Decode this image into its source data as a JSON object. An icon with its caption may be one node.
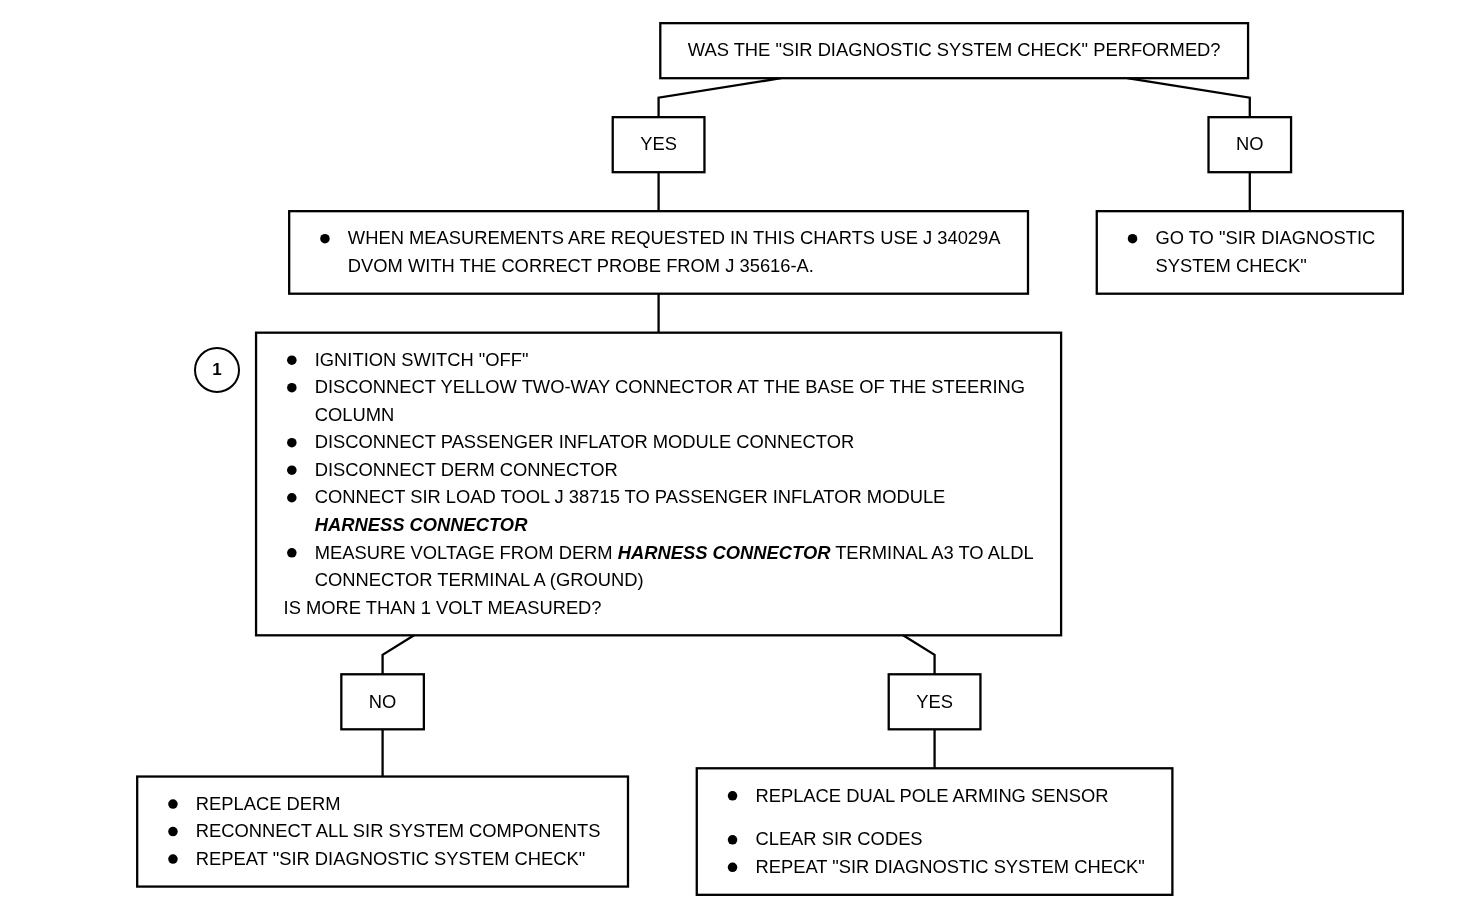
{
  "diagram": {
    "nodes": [
      {
        "text": [
          "WAS THE \"SIR DIAGNOSTIC SYSTEM CHECK\" PERFORMED?"
        ]
      },
      {
        "text": [
          "YES"
        ]
      },
      {
        "text": [
          "NO"
        ]
      },
      {
        "text": [
          "WHEN MEASUREMENTS ARE REQUESTED IN THIS CHARTS USE J 34029A DVOM WITH THE CORRECT PROBE FROM J 35616-A."
        ]
      },
      {
        "text": [
          "GO TO \"SIR DIAGNOSTIC SYSTEM CHECK\""
        ]
      },
      {
        "text": [
          "IGNITION SWITCH \"OFF\"",
          "DISCONNECT YELLOW TWO-WAY CONNECTOR AT THE BASE OF THE STEERING COLUMN",
          "DISCONNECT PASSENGER INFLATOR MODULE CONNECTOR",
          "DISCONNECT DERM CONNECTOR",
          "CONNECT SIR LOAD TOOL J 38715 TO PASSENGER INFLATOR MODULE **HARNESS CONNECTOR**",
          "MEASURE VOLTAGE FROM DERM **HARNESS CONNECTOR** TERMINAL A3 TO ALDL CONNECTOR TERMINAL A (GROUND)",
          "IS MORE THAN 1 VOLT MEASURED?"
        ],
        "beside": [
          "1"
        ]
      },
      {
        "text": [
          "NO"
        ]
      },
      {
        "text": [
          "YES"
        ]
      },
      {
        "text": [
          "REPLACE DERM",
          "RECONNECT ALL SIR SYSTEM COMPONENTS",
          "REPEAT \"SIR DIAGNOSTIC SYSTEM CHECK\""
        ]
      },
      {
        "text": [
          "REPLACE DUAL POLE ARMING SENSOR",
          "CLEAR SIR CODES",
          "REPEAT \"SIR DIAGNOSTIC SYSTEM CHECK\""
        ]
      }
    ],
    "edges": [
      {
        "from": 0,
        "to": 1,
        "arrow": "none"
      },
      {
        "from": 0,
        "to": 2,
        "arrow": "none"
      },
      {
        "from": 1,
        "to": 3,
        "arrow": "none"
      },
      {
        "from": 2,
        "to": 4,
        "arrow": "none"
      },
      {
        "from": 3,
        "to": 5,
        "arrow": "none"
      },
      {
        "from": 5,
        "to": 6,
        "arrow": "none"
      },
      {
        "from": 5,
        "to": 7,
        "arrow": "none"
      },
      {
        "from": 6,
        "to": 8,
        "arrow": "none"
      },
      {
        "from": 7,
        "to": 9,
        "arrow": "none"
      }
    ]
  }
}
